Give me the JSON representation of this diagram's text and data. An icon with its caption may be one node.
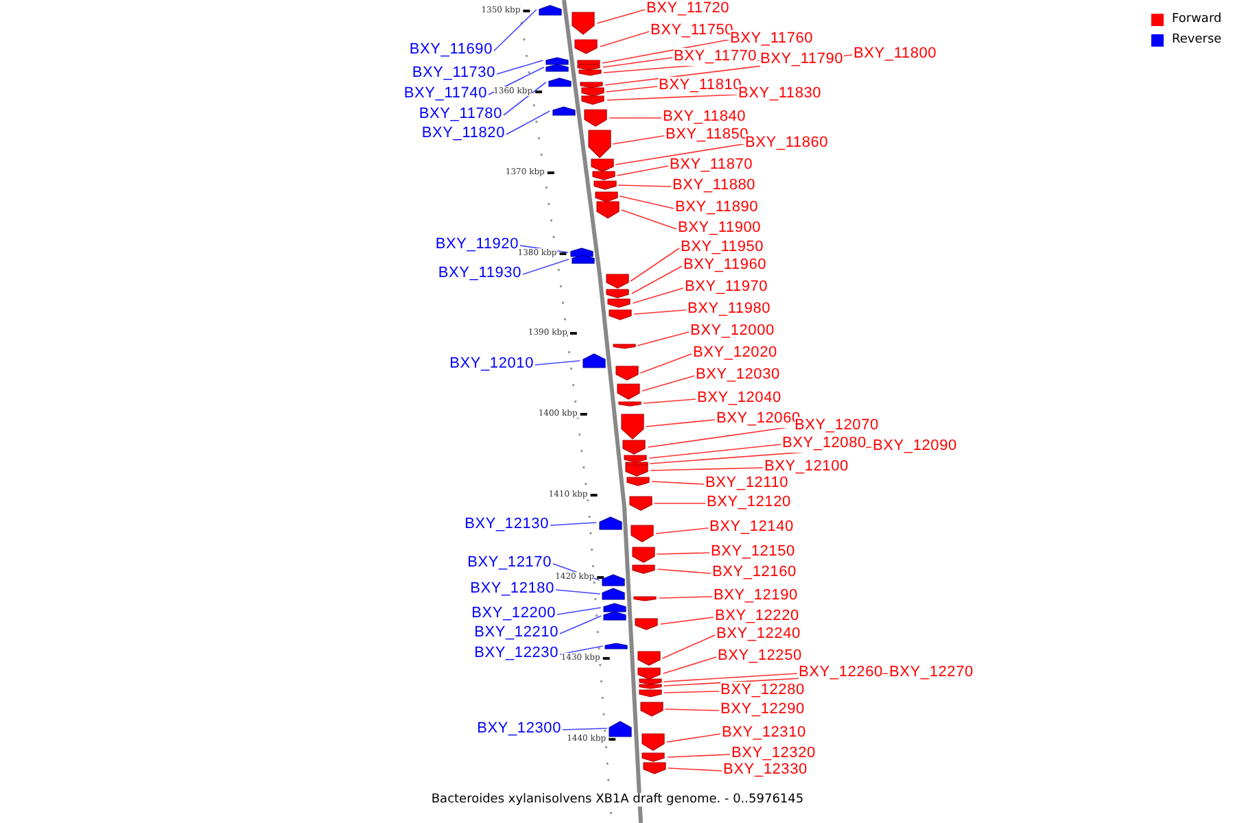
{
  "diagram": {
    "caption": "Bacteroides xylanisolvens XB1A draft genome. - 0..5976145",
    "nodes": [
      {
        "text": [
          "BXY_11690"
        ]
      },
      {
        "text": [],
        "shape": "arrow"
      },
      {
        "text": [
          "BXY_11720"
        ]
      },
      {
        "text": [],
        "shape": "arrow"
      },
      {
        "text": [
          "BXY_11730"
        ]
      },
      {
        "text": [],
        "shape": "arrow"
      },
      {
        "text": [
          "BXY_11740"
        ]
      },
      {
        "text": [],
        "shape": "arrow"
      },
      {
        "text": [
          "BXY_11750"
        ]
      },
      {
        "text": [],
        "shape": "arrow"
      },
      {
        "text": [
          "BXY_11760"
        ]
      },
      {
        "text": [],
        "shape": "arrow"
      },
      {
        "text": [
          "BXY_11770"
        ]
      },
      {
        "text": [],
        "shape": "arrow"
      },
      {
        "text": [
          "BXY_11780"
        ]
      },
      {
        "text": [],
        "shape": "arrow"
      },
      {
        "text": [
          "BXY_11790"
        ]
      },
      {
        "text": [],
        "shape": "arrow"
      },
      {
        "text": [
          "BXY_11800"
        ]
      },
      {
        "text": [],
        "shape": "arrow"
      },
      {
        "text": [
          "BXY_11810"
        ]
      },
      {
        "text": [],
        "shape": "arrow"
      },
      {
        "text": [
          "BXY_11820"
        ]
      },
      {
        "text": [],
        "shape": "arrow"
      },
      {
        "text": [
          "BXY_11830"
        ]
      },
      {
        "text": [],
        "shape": "arrow"
      },
      {
        "text": [
          "BXY_11840"
        ]
      },
      {
        "text": [],
        "shape": "arrow"
      },
      {
        "text": [
          "BXY_11850"
        ]
      },
      {
        "text": [],
        "shape": "arrow"
      },
      {
        "text": [
          "BXY_11860"
        ]
      },
      {
        "text": [],
        "shape": "arrow"
      },
      {
        "text": [
          "BXY_11870"
        ]
      },
      {
        "text": [],
        "shape": "arrow"
      },
      {
        "text": [
          "BXY_11880"
        ]
      },
      {
        "text": [],
        "shape": "arrow"
      },
      {
        "text": [
          "BXY_11890"
        ]
      },
      {
        "text": [],
        "shape": "arrow"
      },
      {
        "text": [
          "BXY_11900"
        ]
      },
      {
        "text": [],
        "shape": "arrow"
      },
      {
        "text": [
          "BXY_11920"
        ]
      },
      {
        "text": [],
        "shape": "arrow"
      },
      {
        "text": [
          "BXY_11930"
        ]
      },
      {
        "text": [],
        "shape": "arrow"
      },
      {
        "text": [
          "BXY_11950"
        ]
      },
      {
        "text": [],
        "shape": "arrow"
      },
      {
        "text": [
          "BXY_11960"
        ]
      },
      {
        "text": [],
        "shape": "arrow"
      },
      {
        "text": [
          "BXY_11970"
        ]
      },
      {
        "text": [],
        "shape": "arrow"
      },
      {
        "text": [
          "BXY_11980"
        ]
      },
      {
        "text": [],
        "shape": "arrow"
      },
      {
        "text": [
          "BXY_12000"
        ]
      },
      {
        "text": [],
        "shape": "arrow"
      },
      {
        "text": [
          "BXY_12010"
        ]
      },
      {
        "text": [],
        "shape": "arrow"
      },
      {
        "text": [
          "BXY_12020"
        ]
      },
      {
        "text": [],
        "shape": "arrow"
      },
      {
        "text": [
          "BXY_12030"
        ]
      },
      {
        "text": [],
        "shape": "arrow"
      },
      {
        "text": [
          "BXY_12040"
        ]
      },
      {
        "text": [],
        "shape": "arrow"
      },
      {
        "text": [
          "BXY_12060"
        ]
      },
      {
        "text": [],
        "shape": "arrow"
      },
      {
        "text": [
          "BXY_12070"
        ]
      },
      {
        "text": [],
        "shape": "arrow"
      },
      {
        "text": [
          "BXY_12080"
        ]
      },
      {
        "text": [],
        "shape": "arrow"
      },
      {
        "text": [
          "BXY_12090"
        ]
      },
      {
        "text": [],
        "shape": "arrow"
      },
      {
        "text": [
          "BXY_12100"
        ]
      },
      {
        "text": [],
        "shape": "arrow"
      },
      {
        "text": [
          "BXY_12110"
        ]
      },
      {
        "text": [],
        "shape": "arrow"
      },
      {
        "text": [
          "BXY_12120"
        ]
      },
      {
        "text": [],
        "shape": "arrow"
      },
      {
        "text": [
          "BXY_12130"
        ]
      },
      {
        "text": [],
        "shape": "arrow"
      },
      {
        "text": [
          "BXY_12140"
        ]
      },
      {
        "text": [],
        "shape": "arrow"
      },
      {
        "text": [
          "BXY_12150"
        ]
      },
      {
        "text": [],
        "shape": "arrow"
      },
      {
        "text": [
          "BXY_12160"
        ]
      },
      {
        "text": [],
        "shape": "arrow"
      },
      {
        "text": [
          "BXY_12170"
        ]
      },
      {
        "text": [],
        "shape": "arrow"
      },
      {
        "text": [
          "BXY_12180"
        ]
      },
      {
        "text": [],
        "shape": "arrow"
      },
      {
        "text": [
          "BXY_12190"
        ]
      },
      {
        "text": [],
        "shape": "arrow"
      },
      {
        "text": [
          "BXY_12200"
        ]
      },
      {
        "text": [],
        "shape": "arrow"
      },
      {
        "text": [
          "BXY_12210"
        ]
      },
      {
        "text": [],
        "shape": "arrow"
      },
      {
        "text": [
          "BXY_12220"
        ]
      },
      {
        "text": [],
        "shape": "arrow"
      },
      {
        "text": [
          "BXY_12230"
        ]
      },
      {
        "text": [],
        "shape": "arrow"
      },
      {
        "text": [
          "BXY_12240"
        ]
      },
      {
        "text": [],
        "shape": "arrow"
      },
      {
        "text": [
          "BXY_12250"
        ]
      },
      {
        "text": [],
        "shape": "arrow"
      },
      {
        "text": [
          "BXY_12260"
        ]
      },
      {
        "text": [],
        "shape": "arrow"
      },
      {
        "text": [
          "BXY_12270"
        ]
      },
      {
        "text": [],
        "shape": "arrow"
      },
      {
        "text": [
          "BXY_12280"
        ]
      },
      {
        "text": [],
        "shape": "arrow"
      },
      {
        "text": [
          "BXY_12290"
        ]
      },
      {
        "text": [],
        "shape": "arrow"
      },
      {
        "text": [
          "BXY_12300"
        ]
      },
      {
        "text": [],
        "shape": "arrow"
      },
      {
        "text": [
          "BXY_12310"
        ]
      },
      {
        "text": [],
        "shape": "arrow"
      },
      {
        "text": [
          "BXY_12320"
        ]
      },
      {
        "text": [],
        "shape": "arrow"
      },
      {
        "text": [
          "BXY_12330"
        ]
      },
      {
        "text": [],
        "shape": "arrow"
      }
    ],
    "edges": [
      {
        "from": 0,
        "to": 1,
        "arrow": "none",
        "color": "#4444ff"
      },
      {
        "from": 2,
        "to": 3,
        "arrow": "none"
      },
      {
        "from": 4,
        "to": 5,
        "arrow": "none",
        "color": "#4444ff"
      },
      {
        "from": 6,
        "to": 7,
        "arrow": "none",
        "color": "#4444ff"
      },
      {
        "from": 8,
        "to": 9,
        "arrow": "none"
      },
      {
        "from": 10,
        "to": 11,
        "arrow": "none"
      },
      {
        "from": 12,
        "to": 13,
        "arrow": "none"
      },
      {
        "from": 14,
        "to": 15,
        "arrow": "none",
        "color": "#4444ff"
      },
      {
        "from": 16,
        "to": 17,
        "arrow": "none"
      },
      {
        "from": 18,
        "to": 19,
        "arrow": "none"
      },
      {
        "from": 20,
        "to": 21,
        "arrow": "none"
      },
      {
        "from": 22,
        "to": 23,
        "arrow": "none",
        "color": "#4444ff"
      },
      {
        "from": 24,
        "to": 25,
        "arrow": "none"
      },
      {
        "from": 26,
        "to": 27,
        "arrow": "none"
      },
      {
        "from": 28,
        "to": 29,
        "arrow": "none"
      },
      {
        "from": 30,
        "to": 31,
        "arrow": "none"
      },
      {
        "from": 32,
        "to": 33,
        "arrow": "none"
      },
      {
        "from": 34,
        "to": 35,
        "arrow": "none"
      },
      {
        "from": 36,
        "to": 37,
        "arrow": "none"
      },
      {
        "from": 38,
        "to": 39,
        "arrow": "none"
      },
      {
        "from": 40,
        "to": 41,
        "arrow": "none",
        "color": "#4444ff"
      },
      {
        "from": 42,
        "to": 43,
        "arrow": "none",
        "color": "#4444ff"
      },
      {
        "from": 44,
        "to": 45,
        "arrow": "none"
      },
      {
        "from": 46,
        "to": 47,
        "arrow": "none"
      },
      {
        "from": 48,
        "to": 49,
        "arrow": "none"
      },
      {
        "from": 50,
        "to": 51,
        "arrow": "none"
      },
      {
        "from": 52,
        "to": 53,
        "arrow": "none"
      },
      {
        "from": 54,
        "to": 55,
        "arrow": "none",
        "color": "#4444ff"
      },
      {
        "from": 56,
        "to": 57,
        "arrow": "none"
      },
      {
        "from": 58,
        "to": 59,
        "arrow": "none"
      },
      {
        "from": 60,
        "to": 61,
        "arrow": "none"
      },
      {
        "from": 62,
        "to": 63,
        "arrow": "none"
      },
      {
        "from": 64,
        "to": 65,
        "arrow": "none"
      },
      {
        "from": 66,
        "to": 67,
        "arrow": "none"
      },
      {
        "from": 68,
        "to": 69,
        "arrow": "none"
      },
      {
        "from": 70,
        "to": 71,
        "arrow": "none"
      },
      {
        "from": 72,
        "to": 73,
        "arrow": "none"
      },
      {
        "from": 74,
        "to": 75,
        "arrow": "none"
      },
      {
        "from": 76,
        "to": 77,
        "arrow": "none",
        "color": "#4444ff"
      },
      {
        "from": 78,
        "to": 79,
        "arrow": "none"
      },
      {
        "from": 80,
        "to": 81,
        "arrow": "none"
      },
      {
        "from": 82,
        "to": 83,
        "arrow": "none"
      },
      {
        "from": 84,
        "to": 85,
        "arrow": "none",
        "color": "#4444ff"
      },
      {
        "from": 86,
        "to": 87,
        "arrow": "none",
        "color": "#4444ff"
      },
      {
        "from": 88,
        "to": 89,
        "arrow": "none"
      },
      {
        "from": 90,
        "to": 91,
        "arrow": "none",
        "color": "#4444ff"
      },
      {
        "from": 92,
        "to": 93,
        "arrow": "none",
        "color": "#4444ff"
      },
      {
        "from": 94,
        "to": 95,
        "arrow": "none"
      },
      {
        "from": 96,
        "to": 97,
        "arrow": "none",
        "color": "#4444ff"
      },
      {
        "from": 98,
        "to": 99,
        "arrow": "none"
      },
      {
        "from": 100,
        "to": 101,
        "arrow": "none"
      },
      {
        "from": 102,
        "to": 103,
        "arrow": "none"
      },
      {
        "from": 104,
        "to": 105,
        "arrow": "none"
      },
      {
        "from": 106,
        "to": 107,
        "arrow": "none"
      },
      {
        "from": 108,
        "to": 109,
        "arrow": "none"
      },
      {
        "from": 110,
        "to": 111,
        "arrow": "none",
        "color": "#4444ff"
      },
      {
        "from": 112,
        "to": 113,
        "arrow": "none"
      },
      {
        "from": 114,
        "to": 115,
        "arrow": "none"
      },
      {
        "from": 116,
        "to": 117,
        "arrow": "none"
      }
    ],
    "labels": [
      "1350 kbp",
      "1360 kbp",
      "1370 kbp",
      "1380 kbp",
      "1390 kbp",
      "1400 kbp",
      "1410 kbp",
      "1420 kbp",
      "1430 kbp",
      "1440 kbp"
    ],
    "legend": [
      {
        "text": "Forward",
        "color": "#ff0000"
      },
      {
        "text": "Reverse",
        "color": "#0000ff"
      }
    ]
  }
}
